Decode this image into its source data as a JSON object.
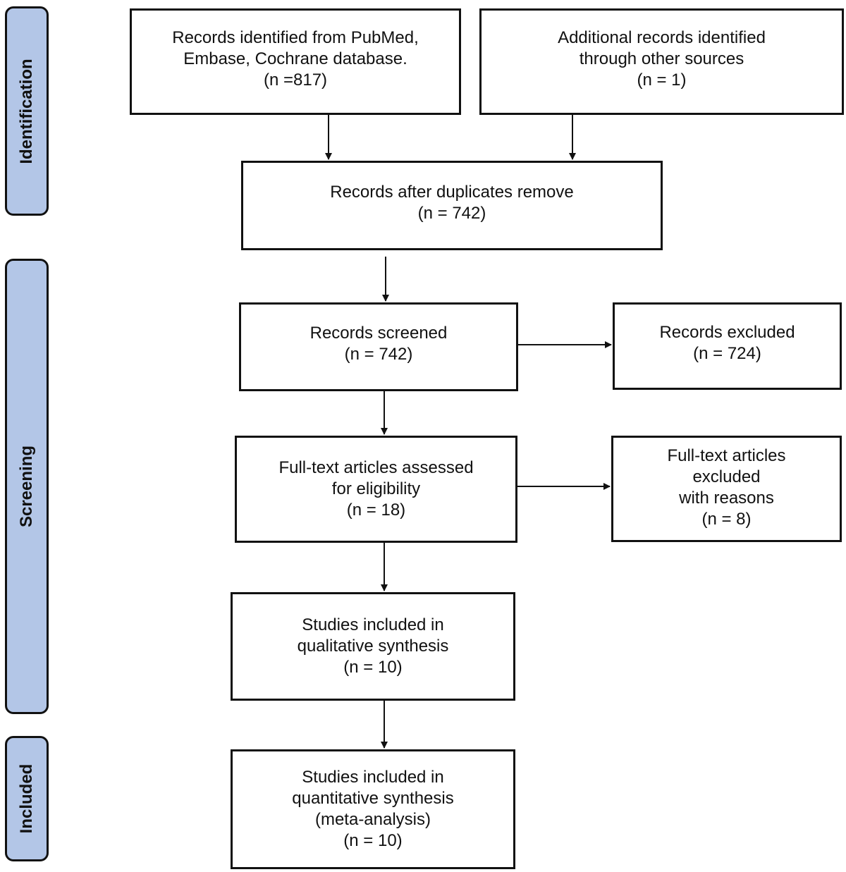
{
  "phases": {
    "identification": "Identification",
    "screening": "Screening",
    "included": "Included"
  },
  "boxes": {
    "records_identified": [
      "Records identified from PubMed,",
      "Embase, Cochrane database.",
      "(n =817)"
    ],
    "additional_records": [
      "Additional records identified",
      "through other sources",
      "(n = 1)"
    ],
    "after_duplicates": [
      "Records after duplicates remove",
      "(n = 742)"
    ],
    "records_screened": [
      "Records screened",
      "(n = 742)"
    ],
    "records_excluded": [
      "Records excluded",
      "(n = 724)"
    ],
    "fulltext_assessed": [
      "Full-text articles assessed",
      "for eligibility",
      "(n = 18)"
    ],
    "fulltext_excluded": [
      "Full-text articles",
      "excluded",
      "with reasons",
      "(n = 8)"
    ],
    "qualitative": [
      "Studies included in",
      "qualitative synthesis",
      "(n = 10)"
    ],
    "quantitative": [
      "Studies included in",
      "quantitative synthesis",
      "(meta-analysis)",
      "(n = 10)"
    ]
  },
  "colors": {
    "phase_fill": "#b3c6e7",
    "stroke": "#111111"
  }
}
